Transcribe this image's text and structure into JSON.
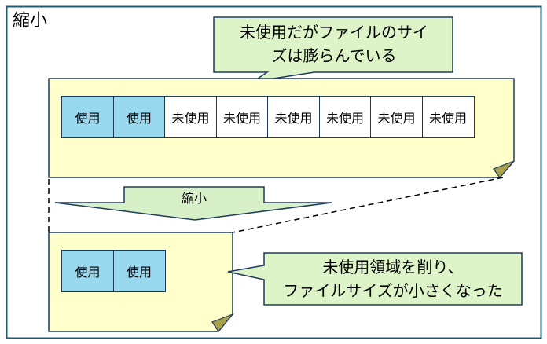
{
  "title": "縮小",
  "before": {
    "callout_lines": [
      "未使用だがファイルのサイ",
      "ズは膨らんでいる"
    ],
    "cells": [
      {
        "label": "使用",
        "used": true
      },
      {
        "label": "使用",
        "used": true
      },
      {
        "label": "未使用",
        "used": false
      },
      {
        "label": "未使用",
        "used": false
      },
      {
        "label": "未使用",
        "used": false
      },
      {
        "label": "未使用",
        "used": false
      },
      {
        "label": "未使用",
        "used": false
      },
      {
        "label": "未使用",
        "used": false
      }
    ]
  },
  "arrow_label": "縮小",
  "after": {
    "callout_lines": [
      "未使用領域を削り、",
      "ファイルサイズが小さくなった"
    ],
    "cells": [
      {
        "label": "使用",
        "used": true
      },
      {
        "label": "使用",
        "used": true
      }
    ]
  },
  "colors": {
    "frame_border": "#1f5a74",
    "document_fill": "#ffffcc",
    "callout_fill": "#ddf4c9",
    "used_fill": "#99d9f0",
    "arrow_fill": "#d8f0c8"
  }
}
